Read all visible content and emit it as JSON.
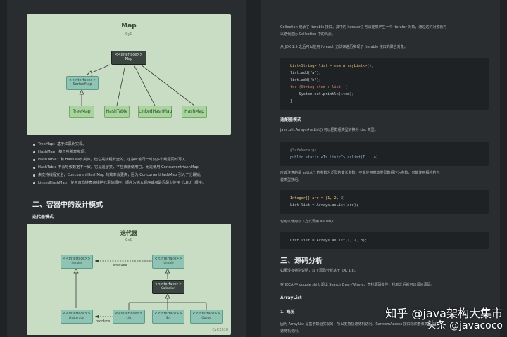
{
  "left": {
    "map_diagram": {
      "title": "Map",
      "subtitle": "CyC",
      "map": [
        "<<interface>>",
        "Map"
      ],
      "sorted": [
        "<<interface>>",
        "SortedMap"
      ],
      "impls": [
        "TreeMap",
        "HashTable",
        "LinkedHashMap",
        "HashMap"
      ]
    },
    "bullets": [
      "TreeMap：基于红黑树实现。",
      "HashMap：基于哈希表实现。",
      "HashTable：和 HashMap 类似，但它是线程安全的，这意味着同一时刻多个线程同时写入",
      "HashTable 不会导致数据不一致。它是遗留类，不应该去使用它，而是使用 ConcurrentHashMap",
      "来支持线程安全，ConcurrentHashMap 的效率会更高，因为 ConcurrentHashMap 引入了分段锁。",
      "LinkedHashMap：使用双向链表来维护元素的顺序，顺序为插入顺序或者最近最少使用（LRU）顺序。"
    ],
    "h2": "二、容器中的设计模式",
    "h4": "迭代器模式",
    "iter_diagram": {
      "title": "迭代器",
      "subtitle": "CyC",
      "iterator": [
        "<<Interface>>",
        "Iterator"
      ],
      "iterable": [
        "<<Interface>>",
        "Iterable"
      ],
      "collection": [
        "<<Interface>>",
        "Collection"
      ],
      "listiterator": [
        "<<Interface>>",
        "ListIterator"
      ],
      "list": [
        "<<Interface>>",
        "List"
      ],
      "set": [
        "<<Interface>>",
        "Set"
      ],
      "queue": [
        "<<Interface>>",
        "Queue"
      ],
      "produce1": "produce",
      "produce2": "produce",
      "mark": "CyC2018"
    }
  },
  "right": {
    "p1": "Collection 继承了 Iterable 接口，其中的 iterator() 方法能够产生一个 Iterator 对象，通过这个对象就可",
    "p1b": "以迭代遍历 Collection 中的元素。",
    "p2": "从 JDK 1.5 之后可以使用 foreach 方法来遍历实现了 Iterable 接口的聚合对象。",
    "code1": [
      "List<String> list = new ArrayList<>();",
      "list.add(\"a\");",
      "list.add(\"b\");",
      "for (String item : list) {",
      "    System.out.println(item);",
      "}"
    ],
    "h4_adapter": "适配器模式",
    "p3": "java.util.Arrays#asList() 可以把数组类型转换为 List 类型。",
    "code2": [
      "@SafeVarargs",
      "public static <T> List<T> asList(T... a)"
    ],
    "p4": "应该注意的是 asList() 的参数为泛型的变长参数，不能使用基本类型数组作为参数，只能使用相应的包",
    "p4b": "装类型数组。",
    "code3": [
      "Integer[] arr = {1, 2, 3};",
      "List list = Arrays.asList(arr);"
    ],
    "p5": "也可以使用以下方式调用 asList()：",
    "code4": [
      "List list = Arrays.asList(1, 2, 3);"
    ],
    "h2": "三、源码分析",
    "p6": "如果没有特别说明，以下源码分析基于 JDK 1.8。",
    "p7": "在 IDEA 中 double shift 调出 Search EveryWhere，查找源码文件，找到之后就可以阅读源码。",
    "h4_arraylist": "ArrayList",
    "h4_overview": "1. 概览",
    "p8": "因为 ArrayList 是基于数组实现的，所以支持快速随机访问。RandomAccess 接口标识着该类支持快",
    "p8b": "速随机访问。"
  },
  "watermark": {
    "line1": "知乎 @java架构大集市",
    "line2": "头条 @javacoco"
  }
}
